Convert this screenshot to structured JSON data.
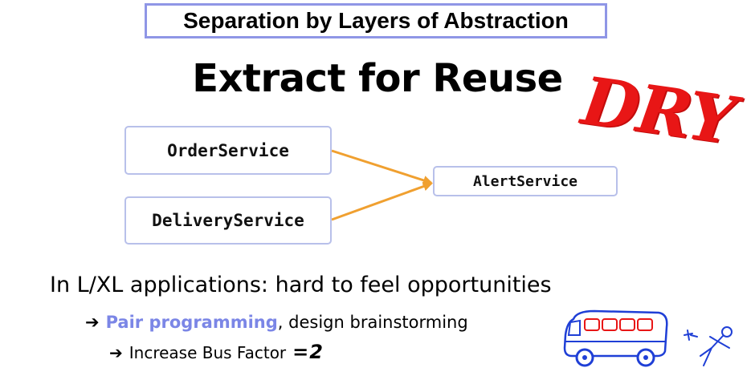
{
  "header": {
    "title": "Separation by Layers of Abstraction"
  },
  "slide": {
    "title": "Extract for Reuse",
    "stamp": "DRY"
  },
  "diagram": {
    "nodes": {
      "order": "OrderService",
      "delivery": "DeliveryService",
      "alert": "AlertService"
    },
    "edges": [
      {
        "from": "OrderService",
        "to": "AlertService"
      },
      {
        "from": "DeliveryService",
        "to": "AlertService"
      }
    ],
    "edge_color": "#f0a030"
  },
  "body": {
    "main_line": "In L/XL applications: hard to feel opportunities",
    "bullet1": {
      "highlight": "Pair programming",
      "rest": ", design brainstorming"
    },
    "bullet2": {
      "text": "Increase Bus Factor",
      "handwritten": "=2"
    }
  },
  "icons": {
    "arrow": "right-arrow-icon",
    "bus": "bus-icon",
    "accident": "stick-figure-icon"
  },
  "colors": {
    "header_border": "#8f96e6",
    "highlight": "#7b86e6",
    "box_border": "#b8c0ea",
    "stamp": "#e81616",
    "bus": "#1f3fd6"
  }
}
